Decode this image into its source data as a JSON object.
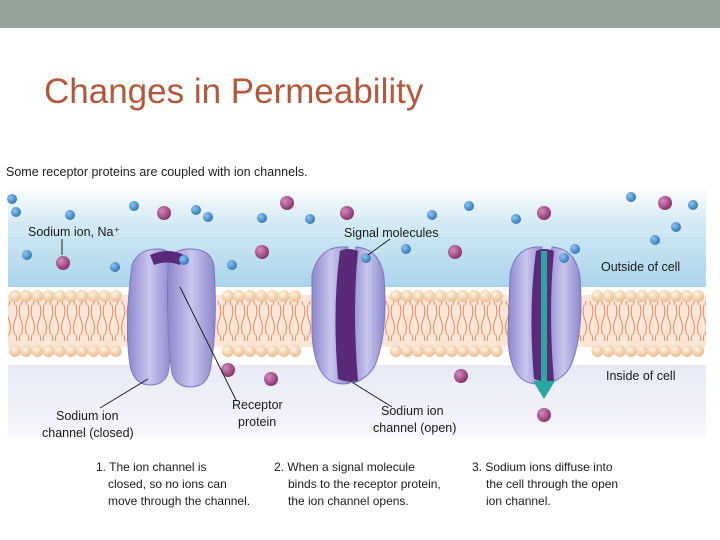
{
  "slide": {
    "title": "Changes in Permeability"
  },
  "figure": {
    "intro": "Some receptor proteins are coupled with ion channels.",
    "labels": {
      "sodium_ion": "Sodium ion, Na⁺",
      "signal_molecules": "Signal molecules",
      "outside_cell": "Outside of cell",
      "inside_cell": "Inside of cell",
      "channel_closed_1": "Sodium ion",
      "channel_closed_2": "channel (closed)",
      "receptor_1": "Receptor",
      "receptor_2": "protein",
      "channel_open_1": "Sodium ion",
      "channel_open_2": "channel (open)"
    },
    "steps": [
      {
        "lines": [
          "1. The ion channel is",
          "closed, so no ions can",
          "move through the channel."
        ]
      },
      {
        "lines": [
          "2. When a signal molecule",
          "binds to the receptor protein,",
          "the ion channel opens."
        ]
      },
      {
        "lines": [
          "3. Sodium ions diffuse into",
          "the cell through the open",
          "ion channel."
        ]
      }
    ]
  },
  "colors": {
    "title": "#b5573a",
    "top_bar": "#95a39a",
    "sodium_ion": "#a0407a",
    "signal_molecule": "#3a86c6",
    "channel_protein": "#9a96d4",
    "channel_pore": "#5a2a78",
    "arrow": "#2aa7a2"
  }
}
